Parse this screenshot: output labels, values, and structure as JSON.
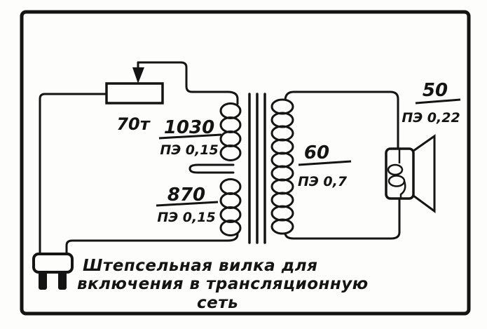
{
  "colors": {
    "ink": "#141414",
    "paper": "#fdfdfb"
  },
  "schematic": {
    "type": "circuit-diagram",
    "description_role": "matching transformer with volume control, plug and loudspeaker",
    "potentiometer_label": "70т",
    "windings": {
      "primary_upper": {
        "turns": "1030",
        "wire_type": "ПЭ 0,15"
      },
      "primary_lower": {
        "turns": "870",
        "wire_type": "ПЭ 0,15"
      },
      "secondary": {
        "turns": "60",
        "wire_type": "ПЭ 0,7"
      },
      "speaker_coil": {
        "turns": "50",
        "wire_type": "ПЭ 0,22"
      }
    },
    "caption": {
      "line1": "Штепсельная вилка для",
      "line2": "включения в трансляционную",
      "line3": "сеть"
    }
  }
}
